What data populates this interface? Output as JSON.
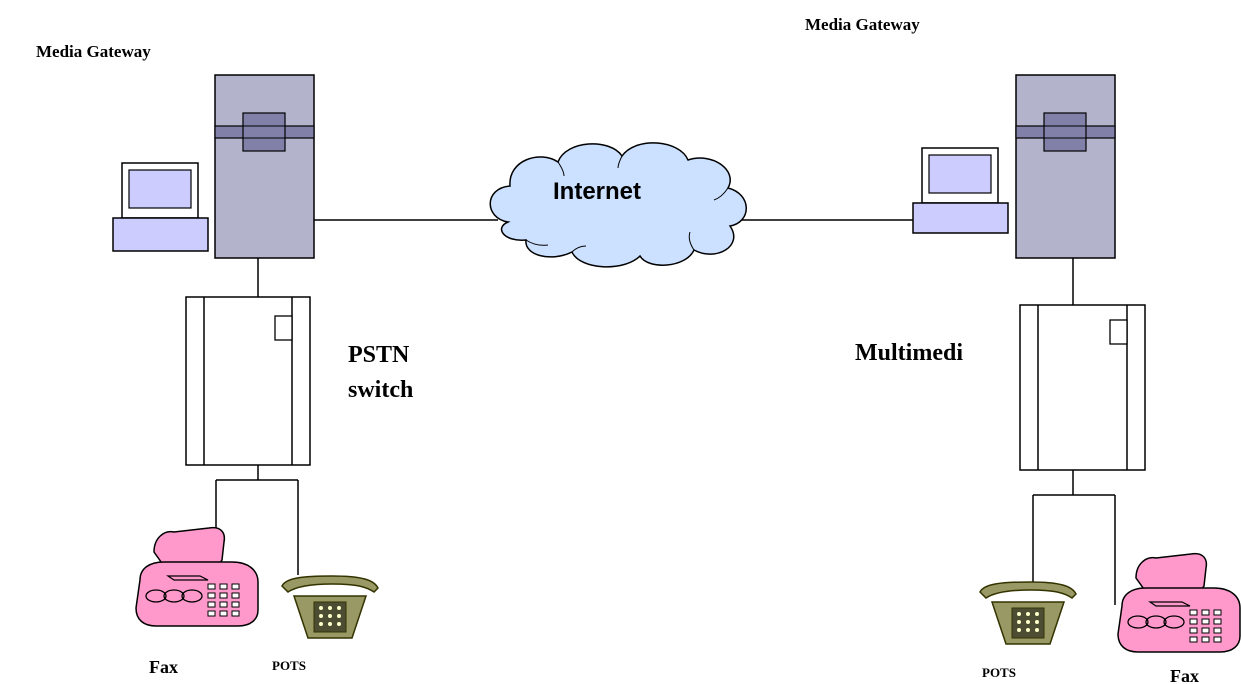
{
  "labels": {
    "gateway_left": "Media Gateway",
    "gateway_right": "Media Gateway",
    "internet": "Internet",
    "pstn_switch_line1": "PSTN",
    "pstn_switch_line2": "switch",
    "multimedia": "Multimedi",
    "fax_left": "Fax",
    "pots_left": "POTS",
    "pots_right": "POTS",
    "fax_right": "Fax"
  },
  "colors": {
    "server_fill": "#b3b3cc",
    "server_band": "#8080a8",
    "cloud_fill": "#cce0ff",
    "monitor_screen": "#ccccff",
    "fax_fill": "#ff99cc",
    "phone_fill": "#999966",
    "phone_dark": "#333300"
  }
}
